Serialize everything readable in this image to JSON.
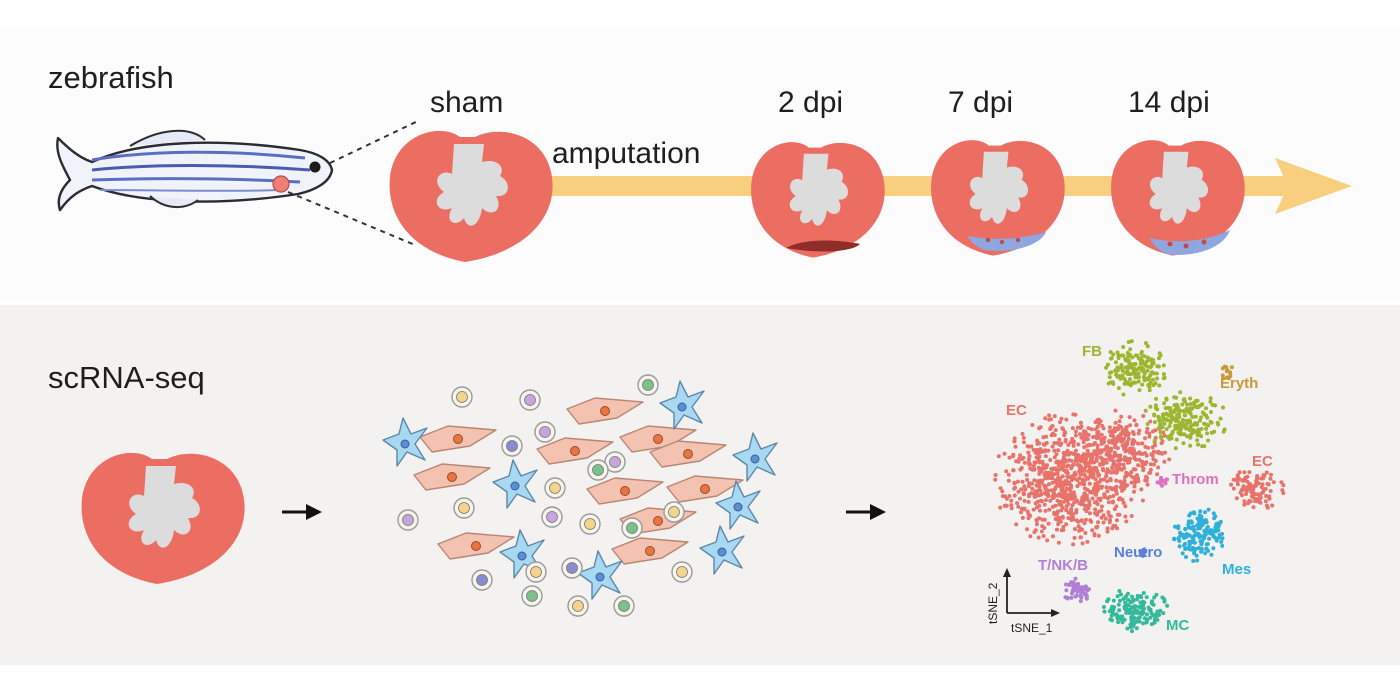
{
  "top": {
    "label": "zebrafish",
    "sham_label": "sham",
    "amputation_label": "amputation",
    "timepoints": [
      "2 dpi",
      "7 dpi",
      "14 dpi"
    ]
  },
  "bottom": {
    "label": "scRNA-seq"
  },
  "tsne": {
    "clusters": [
      {
        "label": "FB",
        "color": "#9cb630"
      },
      {
        "label": "Eryth",
        "color": "#c89a3a"
      },
      {
        "label": "EC",
        "color": "#e8736b"
      },
      {
        "label": "EC",
        "color": "#e8736b"
      },
      {
        "label": "Throm",
        "color": "#e06fc0"
      },
      {
        "label": "Neutro",
        "color": "#5b7fd6"
      },
      {
        "label": "T/NK/B",
        "color": "#b07fd6"
      },
      {
        "label": "Mes",
        "color": "#2fb0d8"
      },
      {
        "label": "MC",
        "color": "#34b99b"
      }
    ],
    "axis_x": "tSNE_1",
    "axis_y": "tSNE_2"
  },
  "colors": {
    "heart": "#ec6d62",
    "cavity": "#dcdcdc",
    "arrow": "#f8cf7e",
    "fibroblast": "#f4c2b1",
    "stellate": "#a9d8f2",
    "scar_early": "#8f2d2b",
    "scar_regen": "#8fa6e0"
  }
}
